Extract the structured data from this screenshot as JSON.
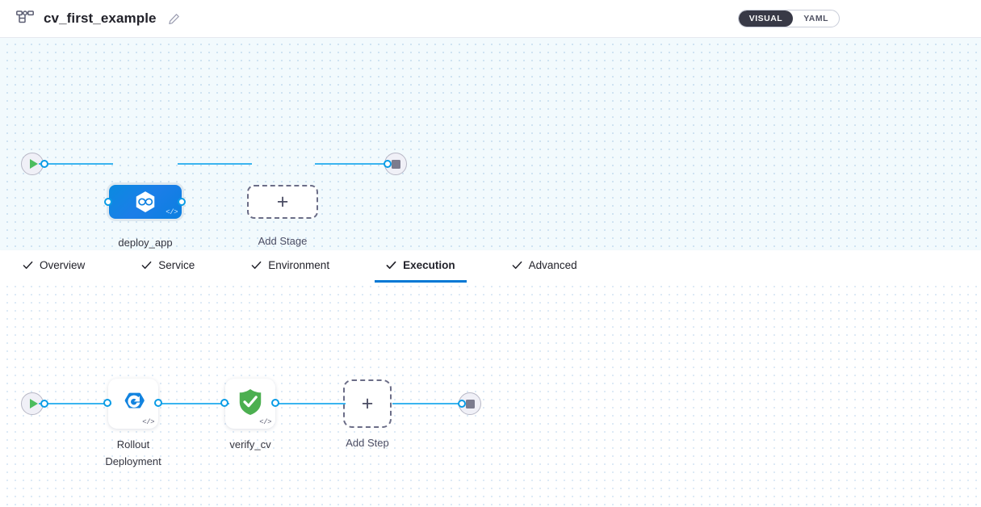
{
  "header": {
    "pipeline_icon": "pipeline-hierarchy-icon",
    "title": "cv_first_example",
    "edit_icon": "pencil-edit-icon",
    "view_toggle": {
      "options": [
        "VISUAL",
        "YAML"
      ],
      "selected": "VISUAL"
    }
  },
  "tabs": [
    {
      "label": "Overview",
      "icon": "check-icon",
      "active": false
    },
    {
      "label": "Service",
      "icon": "check-icon",
      "active": false
    },
    {
      "label": "Environment",
      "icon": "check-icon",
      "active": false
    },
    {
      "label": "Execution",
      "icon": "check-icon",
      "active": true
    },
    {
      "label": "Advanced",
      "icon": "check-icon",
      "active": false
    }
  ],
  "stage_canvas": {
    "start_node": {
      "icon": "play-icon",
      "name": "pipeline-start"
    },
    "end_node": {
      "icon": "stop-icon",
      "name": "pipeline-end"
    },
    "stages": [
      {
        "label": "deploy_app",
        "icon": "harness-cd-hexagon-icon",
        "badge": "</>",
        "selected": true
      }
    ],
    "add_stage": {
      "label": "Add Stage",
      "icon": "plus-icon"
    }
  },
  "execution_canvas": {
    "start_node": {
      "icon": "play-icon",
      "name": "execution-start"
    },
    "end_node": {
      "icon": "stop-icon",
      "name": "execution-end"
    },
    "steps": [
      {
        "label": "Rollout\nDeployment",
        "icon": "k8s-rollout-hexagon-icon",
        "badge": "</>"
      },
      {
        "label": "verify_cv",
        "icon": "green-shield-check-icon",
        "badge": "</>"
      }
    ],
    "add_step": {
      "label": "Add Step",
      "icon": "plus-icon"
    }
  },
  "colors": {
    "accent_blue": "#0278d5",
    "link_blue": "#3ab4ef",
    "stage_blue": "#0b7fe0",
    "verify_green": "#4caf50",
    "toggle_dark": "#383946",
    "canvas_top_bg": "#f2fafd",
    "canvas_bottom_bg": "#ffffff"
  }
}
